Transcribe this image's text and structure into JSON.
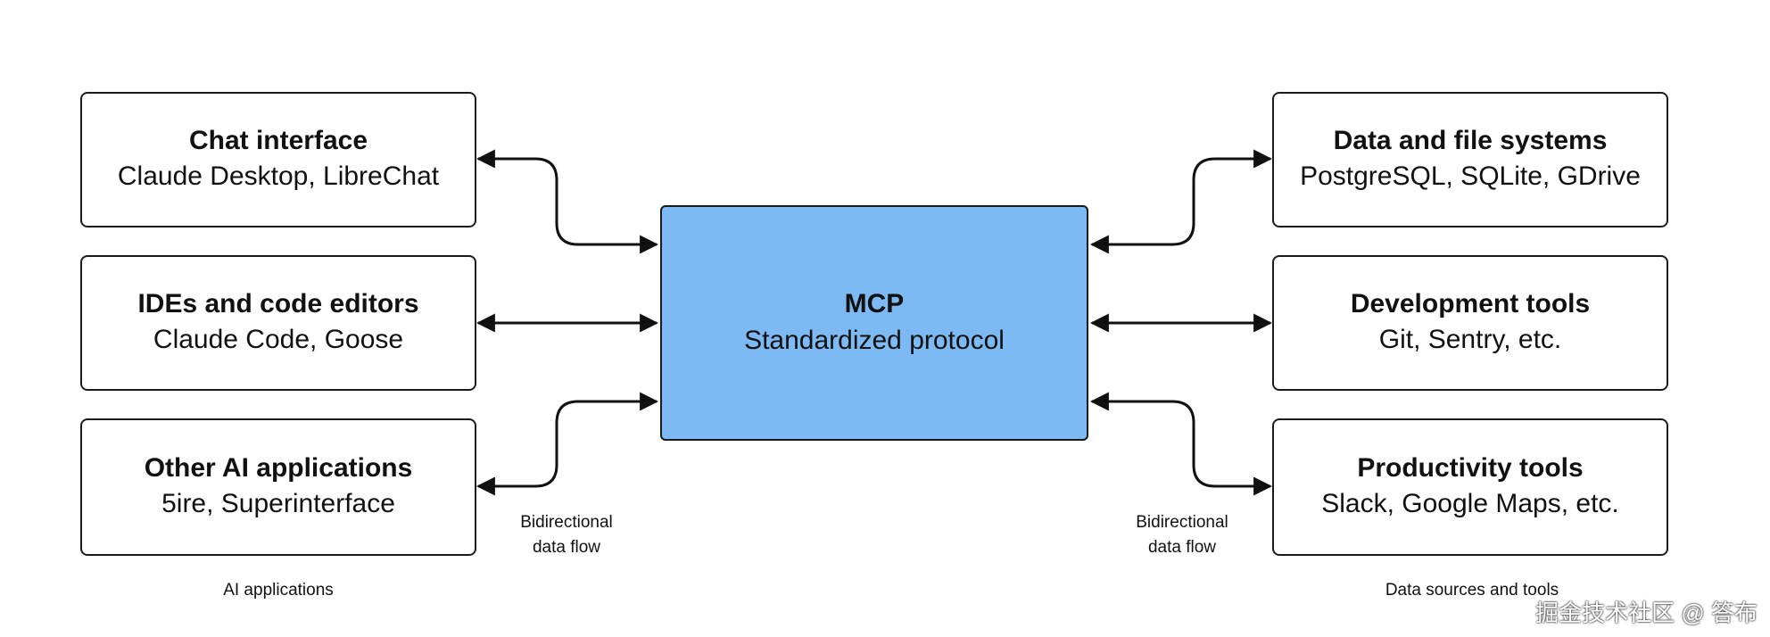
{
  "left_group": {
    "label": "AI applications",
    "boxes": [
      {
        "title": "Chat interface",
        "subtitle": "Claude Desktop, LibreChat"
      },
      {
        "title": "IDEs and code editors",
        "subtitle": "Claude Code, Goose"
      },
      {
        "title": "Other AI applications",
        "subtitle": "5ire, Superinterface"
      }
    ],
    "flow_note_line1": "Bidirectional",
    "flow_note_line2": "data flow"
  },
  "center": {
    "title": "MCP",
    "subtitle": "Standardized protocol",
    "fill_color": "#7db9f2"
  },
  "right_group": {
    "label": "Data sources and tools",
    "boxes": [
      {
        "title": "Data and file systems",
        "subtitle": "PostgreSQL, SQLite, GDrive"
      },
      {
        "title": "Development tools",
        "subtitle": "Git, Sentry, etc."
      },
      {
        "title": "Productivity tools",
        "subtitle": "Slack, Google Maps, etc."
      }
    ],
    "flow_note_line1": "Bidirectional",
    "flow_note_line2": "data flow"
  },
  "watermark": "掘金技术社区 @ 答布",
  "connectors": [
    {
      "from": "Chat interface",
      "to": "MCP",
      "direction": "bidirectional"
    },
    {
      "from": "IDEs and code editors",
      "to": "MCP",
      "direction": "bidirectional"
    },
    {
      "from": "Other AI applications",
      "to": "MCP",
      "direction": "bidirectional"
    },
    {
      "from": "MCP",
      "to": "Data and file systems",
      "direction": "bidirectional"
    },
    {
      "from": "MCP",
      "to": "Development tools",
      "direction": "bidirectional"
    },
    {
      "from": "MCP",
      "to": "Productivity tools",
      "direction": "bidirectional"
    }
  ]
}
